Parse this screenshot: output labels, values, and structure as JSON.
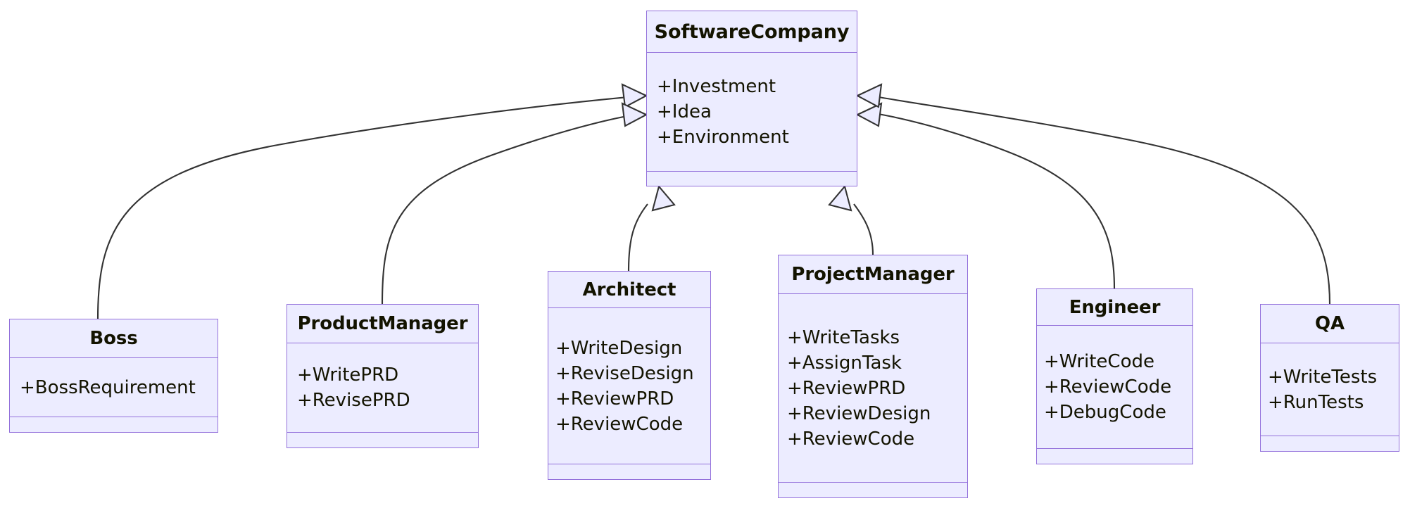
{
  "diagram": {
    "type": "uml-class-diagram",
    "title": "",
    "relationship_type": "inheritance",
    "colors": {
      "node_fill": "#ECECFF",
      "node_border": "#9370DB",
      "edge_stroke": "#333333",
      "text": "#131300",
      "background": "#FFFFFF"
    },
    "classes": [
      {
        "id": "software-company",
        "name": "SoftwareCompany",
        "attributes": [
          "+Investment",
          "+Idea",
          "+Environment"
        ],
        "methods": []
      },
      {
        "id": "boss",
        "name": "Boss",
        "attributes": [
          "+BossRequirement"
        ],
        "methods": []
      },
      {
        "id": "product-manager",
        "name": "ProductManager",
        "attributes": [
          "+WritePRD",
          "+RevisePRD"
        ],
        "methods": []
      },
      {
        "id": "architect",
        "name": "Architect",
        "attributes": [
          "+WriteDesign",
          "+ReviseDesign",
          "+ReviewPRD",
          "+ReviewCode"
        ],
        "methods": []
      },
      {
        "id": "project-manager",
        "name": "ProjectManager",
        "attributes": [
          "+WriteTasks",
          "+AssignTask",
          "+ReviewPRD",
          "+ReviewDesign",
          "+ReviewCode"
        ],
        "methods": []
      },
      {
        "id": "engineer",
        "name": "Engineer",
        "attributes": [
          "+WriteCode",
          "+ReviewCode",
          "+DebugCode"
        ],
        "methods": []
      },
      {
        "id": "qa",
        "name": "QA",
        "attributes": [
          "+WriteTests",
          "+RunTests"
        ],
        "methods": []
      }
    ],
    "edges": [
      {
        "from": "boss",
        "to": "software-company",
        "kind": "generalization"
      },
      {
        "from": "product-manager",
        "to": "software-company",
        "kind": "generalization"
      },
      {
        "from": "architect",
        "to": "software-company",
        "kind": "generalization"
      },
      {
        "from": "project-manager",
        "to": "software-company",
        "kind": "generalization"
      },
      {
        "from": "engineer",
        "to": "software-company",
        "kind": "generalization"
      },
      {
        "from": "qa",
        "to": "software-company",
        "kind": "generalization"
      }
    ]
  }
}
